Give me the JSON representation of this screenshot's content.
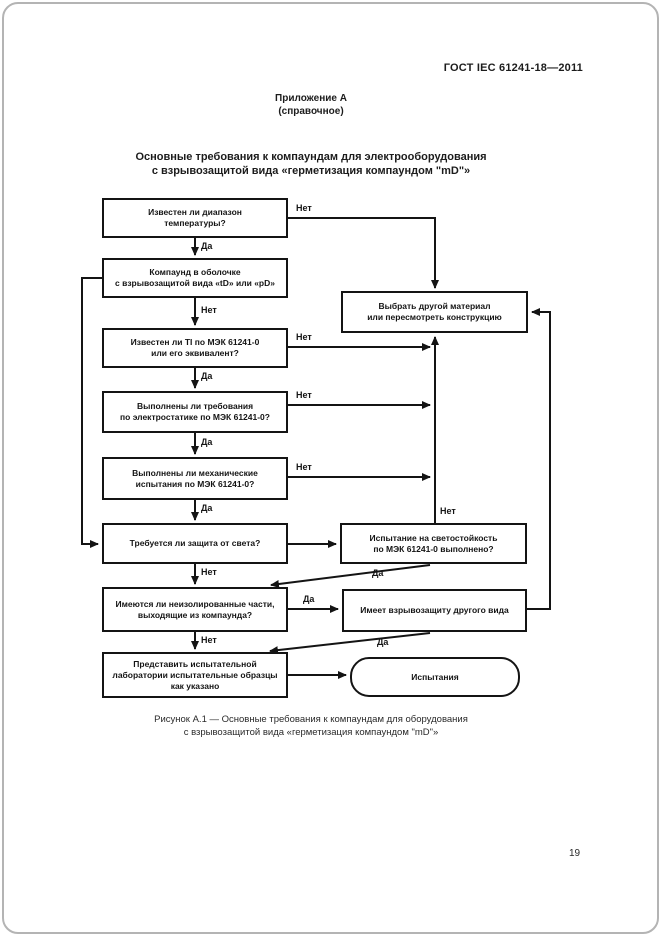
{
  "page": {
    "header": "ГОСТ IEC 61241-18—2011",
    "annex": {
      "title": "Приложение А",
      "subtitle": "(справочное)"
    },
    "title": "Основные требования к компаундам для электрооборудования\nс взрывозащитой вида «герметизация компаундом \"mD\"»",
    "caption": "Рисунок А.1 — Основные требования к компаундам для оборудования\nс взрывозащитой вида «герметизация компаундом \"mD\"»",
    "page_number": "19"
  },
  "flowchart": {
    "labels": {
      "yes": "Да",
      "no": "Нет"
    },
    "nodes": [
      {
        "text": "Известен ли диапазон\nтемпературы?"
      },
      {
        "text": "Компаунд в оболочке\nс взрывозащитой вида «tD» или «pD»"
      },
      {
        "text": "Известен ли TI по МЭК 61241-0\nили его эквивалент?"
      },
      {
        "text": "Выполнены ли требования\nпо электростатике по МЭК 61241-0?"
      },
      {
        "text": "Выполнены ли механические\nиспытания по МЭК 61241-0?"
      },
      {
        "text": "Требуется ли защита от света?"
      },
      {
        "text": "Имеются ли неизолированные части,\nвыходящие из компаунда?"
      },
      {
        "text": "Представить испытательной\nлаборатории испытательные образцы\nкак указано"
      },
      {
        "text": "Выбрать другой материал\nили пересмотреть конструкцию"
      },
      {
        "text": "Испытание на светостойкость\nпо МЭК 61241-0 выполнено?"
      },
      {
        "text": "Имеет взрывозащиту другого вида"
      },
      {
        "text": "Испытания"
      }
    ]
  }
}
